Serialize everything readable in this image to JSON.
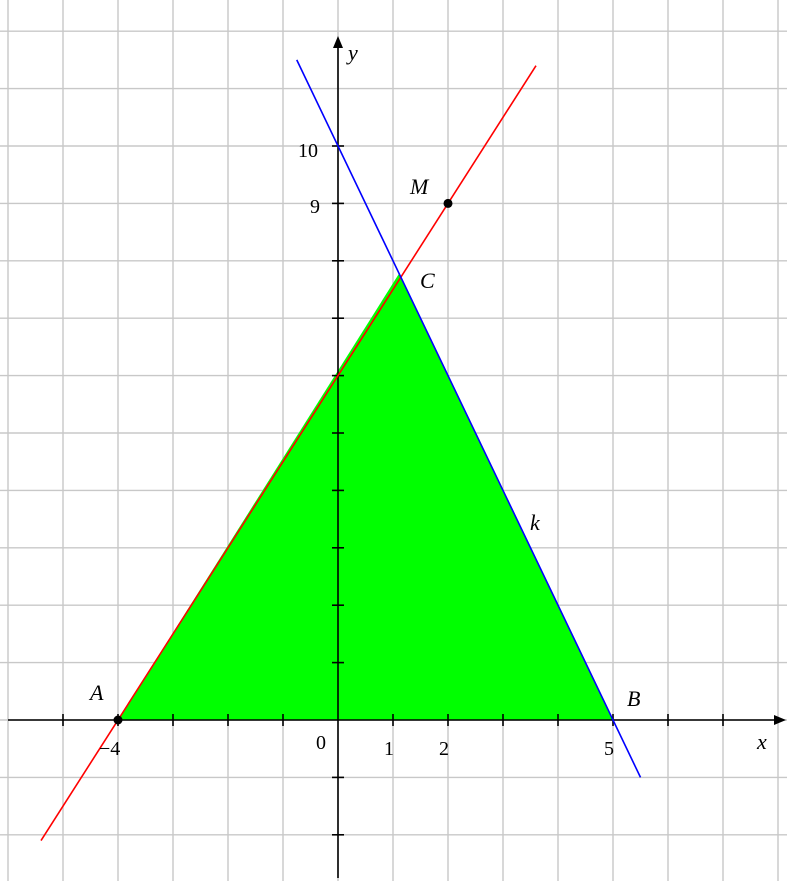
{
  "axes": {
    "x_label": "x",
    "y_label": "y",
    "x_range": [
      -6,
      8
    ],
    "y_range": [
      -3,
      12
    ],
    "grid": true
  },
  "tick_labels": {
    "origin": "0",
    "x_neg4": "−4",
    "x_1": "1",
    "x_2": "2",
    "x_5": "5",
    "y_9": "9",
    "y_10": "10"
  },
  "points": {
    "A": {
      "label": "A",
      "x": -4,
      "y": 0
    },
    "B": {
      "label": "B",
      "x": 5,
      "y": 0
    },
    "C": {
      "label": "C",
      "x": 1.111,
      "y": 7.778
    },
    "M": {
      "label": "M",
      "x": 2,
      "y": 9
    }
  },
  "lines": {
    "red": {
      "color": "#ff0000",
      "slope": 1.5,
      "intercept": 6
    },
    "blue": {
      "label": "k",
      "color": "#0000ff",
      "slope": -2,
      "intercept": 10
    }
  },
  "region": {
    "color": "#00ff00",
    "vertices": [
      "A",
      "C",
      "B"
    ]
  }
}
